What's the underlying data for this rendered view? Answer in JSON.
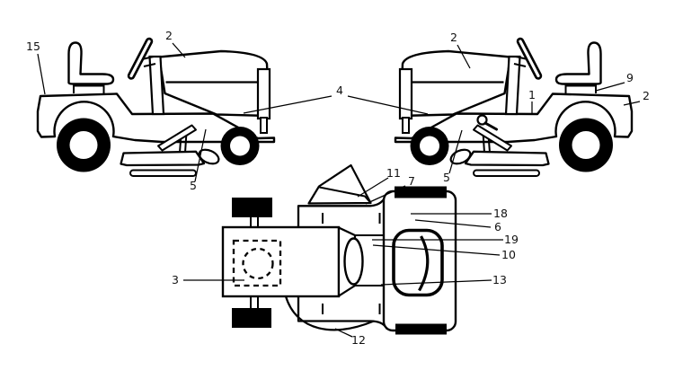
{
  "figure": {
    "ink_color": "#000000",
    "paper_color": "#ffffff"
  },
  "views": {
    "left_side": {
      "callouts": [
        {
          "label": "15"
        },
        {
          "label": "2"
        },
        {
          "label": "5"
        }
      ]
    },
    "center": {
      "callouts": [
        {
          "label": "4"
        }
      ]
    },
    "right_side": {
      "callouts": [
        {
          "label": "2"
        },
        {
          "label": "9"
        },
        {
          "label": "2"
        },
        {
          "label": "1"
        },
        {
          "label": "5"
        }
      ]
    },
    "top": {
      "callouts": [
        {
          "label": "11"
        },
        {
          "label": "7"
        },
        {
          "label": "3"
        },
        {
          "label": "12"
        },
        {
          "label": "18"
        },
        {
          "label": "6"
        },
        {
          "label": "19"
        },
        {
          "label": "10"
        },
        {
          "label": "13"
        }
      ]
    }
  }
}
